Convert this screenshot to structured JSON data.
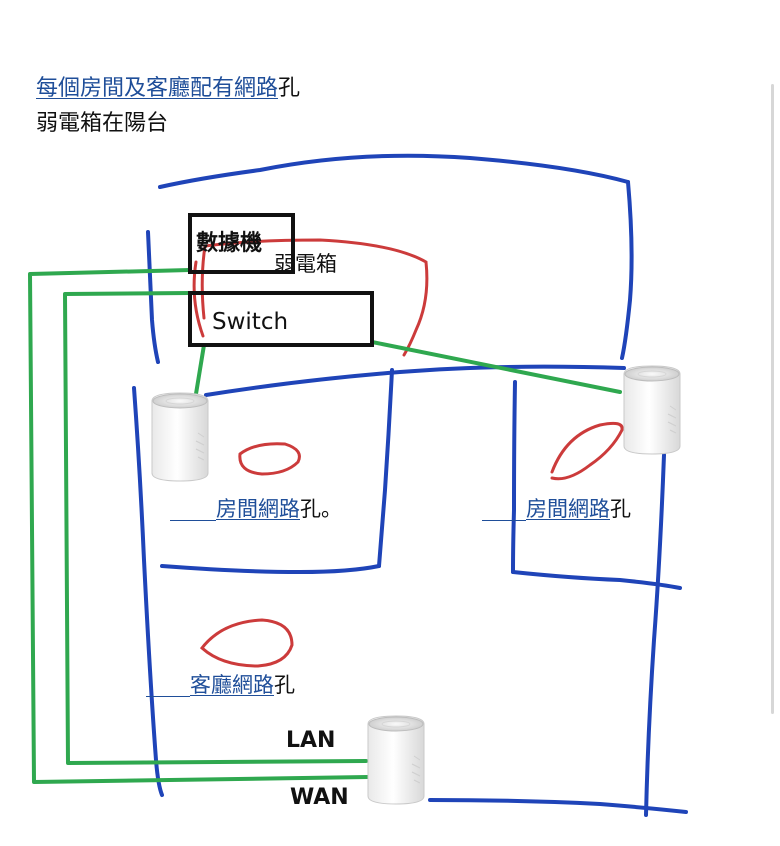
{
  "header": {
    "line1_link": "每個房間及客廳配有網路",
    "line1_tail": "孔",
    "line2": "弱電箱在陽台"
  },
  "labels": {
    "modem_box": "數據機",
    "weak_box": "弱電箱",
    "switch_box": "Switch",
    "room1_link": "房間網路",
    "room1_tail": "孔。",
    "room2_link": "房間網路",
    "room2_tail": "孔",
    "living_link": "客廳網路",
    "living_tail": "孔",
    "lan": "LAN",
    "wan": "WAN"
  },
  "colors": {
    "wall_blue": "#1f44b8",
    "cable_green": "#2fa84f",
    "mark_red": "#cc3b3b",
    "box_black": "#111111",
    "link_blue": "#1f4e99"
  },
  "icons": [
    "mesh-router-icon",
    "mesh-router-icon",
    "mesh-router-icon"
  ]
}
